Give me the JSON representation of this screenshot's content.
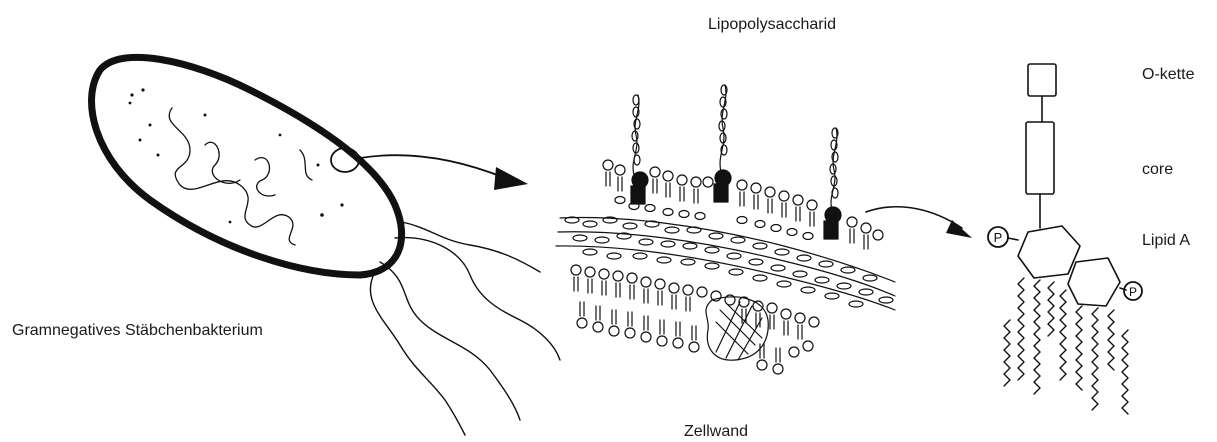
{
  "labels": {
    "bacterium": "Gramnegatives Stäbchenbakterium",
    "lps": "Lipopolysaccharid",
    "cell_wall": "Zellwand",
    "o_chain": "O-kette",
    "core": "core",
    "lipid_a": "Lipid A"
  },
  "phosphate_symbol": "P",
  "colors": {
    "ink": "#111111",
    "background": "#ffffff"
  }
}
